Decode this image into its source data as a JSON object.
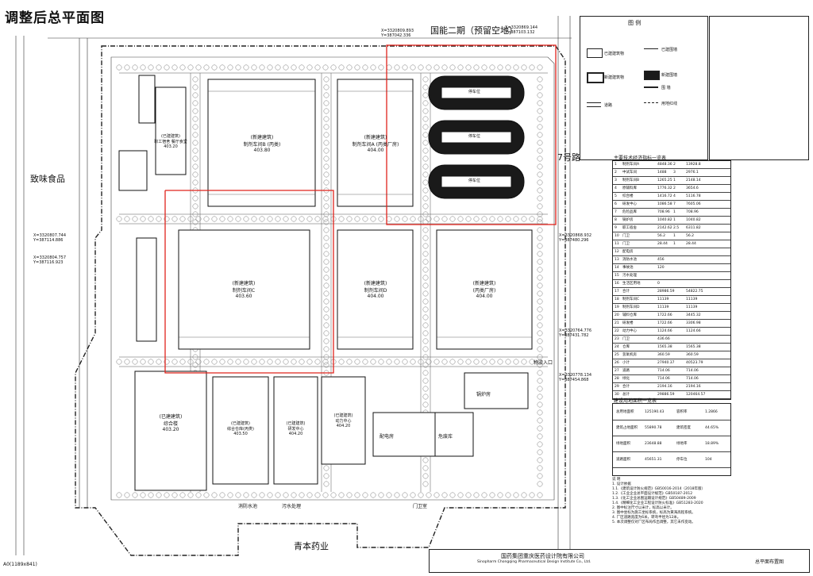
{
  "title": "调整后总平面图",
  "neighbors": {
    "top": "国能二期（预留空地）",
    "left": "致味食品",
    "bottom": "青本药业",
    "east_road": "7号路"
  },
  "coordinates": {
    "top_center_x": "X=3320809.893",
    "top_center_y": "Y=387042.336",
    "top_right_x": "X=3320869.144",
    "top_right_y": "Y=387103.132",
    "left_x": "X=3320807.744",
    "left_y": "Y=387114.886",
    "left2_x": "X=3320804.757",
    "left2_y": "Y=387116.923",
    "right_mid_x": "X=3320764.776",
    "right_mid_y": "Y=387431.782",
    "right_low_x": "X=3320778.134",
    "right_low_y": "Y=387454.868",
    "right_high_x": "X=3320868.932",
    "right_high_y": "Y=387480.296"
  },
  "buildings": [
    {
      "status": "(新建建筑)",
      "name": "制剂车间B (丙类)",
      "elev": "403.80"
    },
    {
      "status": "(新建建筑)",
      "name": "制剂车间A (丙类厂房)",
      "elev": "404.00"
    },
    {
      "status": "(已建建筑)",
      "name": "职工宿舍 餐厅食堂",
      "elev": "403.20"
    },
    {
      "status": "(新建建筑)",
      "name": "制剂车间C",
      "elev": "403.60"
    },
    {
      "status": "(新建建筑)",
      "name": "制剂车间D",
      "elev": "404.00"
    },
    {
      "status": "(新建建筑)",
      "name": "(丙类厂房)",
      "elev": "404.00"
    },
    {
      "status": "(已建建筑)",
      "name": "综合楼",
      "elev": "403.20"
    },
    {
      "status": "(已建建筑)",
      "name": "综合仓库(丙类)",
      "elev": "403.50"
    },
    {
      "status": "(已建建筑)",
      "name": "研发中心",
      "elev": "404.20"
    },
    {
      "status": "(已建建筑)",
      "name": "动力中心",
      "elev": "404.20"
    }
  ],
  "parking_labels": [
    "停车位",
    "停车位",
    "停车位"
  ],
  "small_labels": {
    "waste": "污水处理",
    "gate": "门卫室",
    "power": "配电房",
    "boiler": "锅炉房",
    "hazard": "危废库",
    "fire": "消防水池",
    "main_gate": "物流入口"
  },
  "legend": {
    "title": "图 例",
    "items": [
      {
        "label": "已建建筑物"
      },
      {
        "label": "新建建筑物"
      },
      {
        "label": "已建围墙"
      },
      {
        "label": "新建围墙"
      },
      {
        "label": "道路"
      },
      {
        "label": "用地红线"
      },
      {
        "label": "围 墙"
      }
    ]
  },
  "table": {
    "title": "主要技术经济指标一览表",
    "rows": [
      [
        "1",
        "制剂车间A",
        "4848.36",
        "2",
        "13928.8"
      ],
      [
        "2",
        "中试车间",
        "1488",
        "3",
        "2976.1"
      ],
      [
        "3",
        "制剂车间B",
        "1265.25",
        "1",
        "2148.14"
      ],
      [
        "4",
        "原辅料库",
        "1776.32",
        "2",
        "3654.6"
      ],
      [
        "5",
        "综合楼",
        "1416.72",
        "4",
        "5116.78"
      ],
      [
        "6",
        "研发中心",
        "1086.58",
        "7",
        "7605.06"
      ],
      [
        "7",
        "危险品库",
        "708.96",
        "1",
        "708.96"
      ],
      [
        "8",
        "锅炉房",
        "1040.82",
        "1",
        "1040.82"
      ],
      [
        "9",
        "职工宿舍",
        "2142.62",
        "2.5",
        "6311.82"
      ],
      [
        "10",
        "门卫",
        "56.2",
        "1",
        "56.2"
      ],
      [
        "11",
        "门卫",
        "28.44",
        "1",
        "28.44"
      ],
      [
        "12",
        "配电房",
        "",
        "",
        ""
      ],
      [
        "13",
        "消防水池",
        "456",
        "",
        ""
      ],
      [
        "14",
        "事故池",
        "120",
        "",
        ""
      ],
      [
        "15",
        "污水处理",
        "",
        "",
        ""
      ],
      [
        "16",
        "生活区用地",
        "0",
        "",
        ""
      ],
      [
        "17",
        "合计",
        "28986.59",
        "",
        "54822.75"
      ],
      [
        "18",
        "制剂车间C",
        "11139",
        "",
        "11139"
      ],
      [
        "19",
        "制剂车间D",
        "11139",
        "",
        "11139"
      ],
      [
        "20",
        "辅料仓库",
        "1722.66",
        "",
        "3445.32"
      ],
      [
        "21",
        "研发楼",
        "1722.66",
        "",
        "3306.98"
      ],
      [
        "22",
        "动力中心",
        "1124.66",
        "",
        "1124.66"
      ],
      [
        "23",
        "门卫",
        "436.66",
        "",
        ""
      ],
      [
        "24",
        "仓库",
        "1565.38",
        "",
        "1565.38"
      ],
      [
        "25",
        "氢氧机房",
        "360.59",
        "",
        "360.59"
      ],
      [
        "26",
        "小计",
        "27940.37",
        "",
        "40523.79"
      ],
      [
        "27",
        "道路",
        "714.06",
        "",
        "714.06"
      ],
      [
        "28",
        "绿化",
        "714.06",
        "",
        "714.06"
      ],
      [
        "29",
        "合计",
        "2194.16",
        "",
        "2194.16"
      ],
      [
        "30",
        "总计",
        "29886.59",
        "",
        "120464.57"
      ]
    ]
  },
  "table2": {
    "title": "建设用地面积一览表",
    "rows": [
      [
        "总用地面积",
        "125190.43",
        "容积率",
        "1.2866"
      ],
      [
        "建筑占地面积",
        "55890.78",
        "建筑密度",
        "44.65%"
      ],
      [
        "绿地面积",
        "23648.88",
        "绿地率",
        "18.89%"
      ],
      [
        "道路面积",
        "45651.31",
        "停车位",
        "104"
      ]
    ]
  },
  "notes": [
    "说 明",
    "1. 设计依据",
    "1.1.《建筑设计防火规范》GB50016-2014（2018年版）",
    "1.2.《工业企业总平面设计规范》GB50187-2012",
    "1.3.《化工企业总图运输设计规范》GB50489-2009",
    "1.4.《精细化工企业工程设计防火标准》GB51283-2020",
    "2. 图中标注尺寸以米计，标高以米计。",
    "3. 图中坐标为施工坐标系统，标高为黄海高程系统。",
    "4. 厂区道路宽度为6米，转弯半径为12米。",
    "5. 本次调整仅对厂区布局作出调整，其它未作变动。"
  ],
  "title_block": {
    "company": "国药集团重庆医药设计院有限公司",
    "company_en": "Sinopharm Chongqing Pharmaceutical Design Institute Co., Ltd.",
    "drawing": "总平面布置图"
  },
  "footer_code": "A0(1189x841)",
  "colors": {
    "red_boundary": "#e0241c",
    "existing_building": "#ffffff",
    "parking_dark": "#1a1a1a",
    "line": "#222222"
  }
}
